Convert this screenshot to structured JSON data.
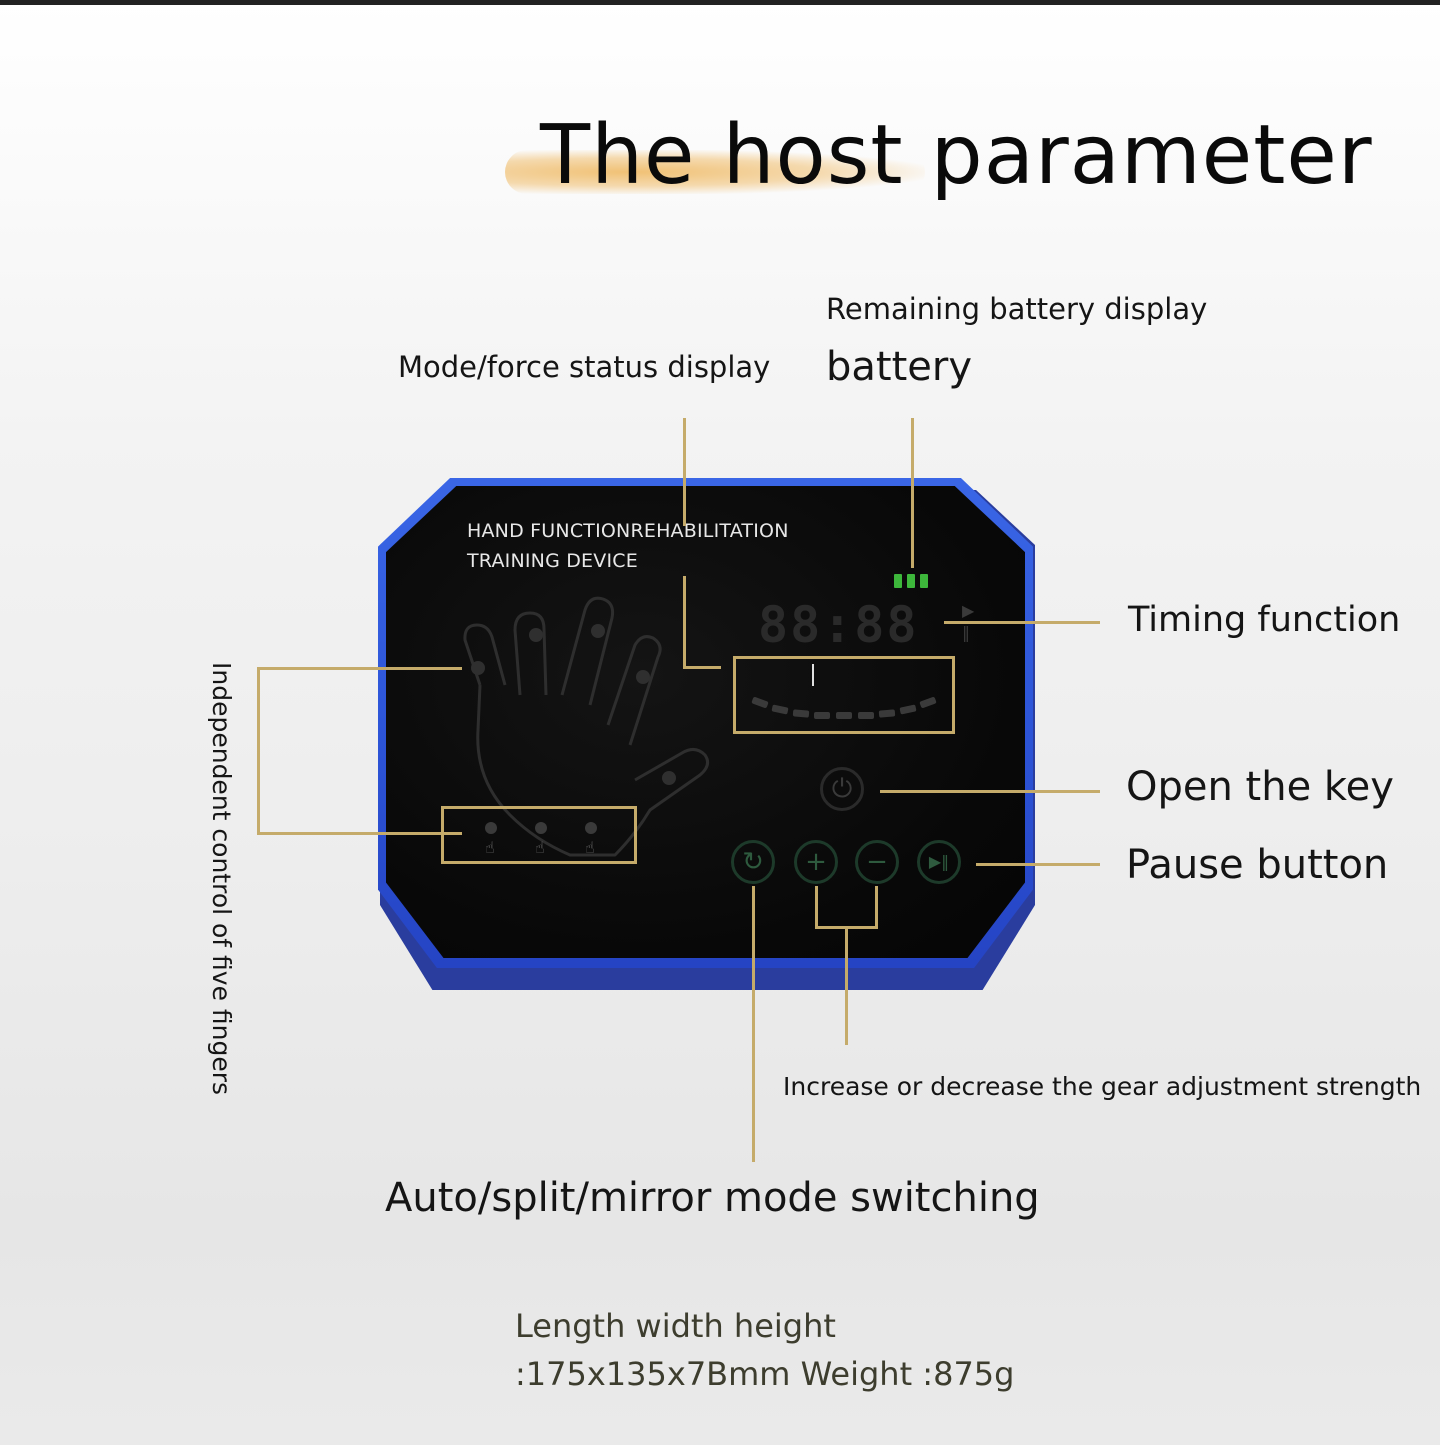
{
  "title": "The host parameter",
  "labels": {
    "battery_display": "Remaining battery display",
    "battery": "battery",
    "mode_force": "Mode/force status display",
    "timing": "Timing function",
    "open_key": "Open the key",
    "pause": "Pause button",
    "five_fingers": "Independent control of five fingers",
    "gear": "Increase or decrease the gear adjustment strength",
    "mode_switch": "Auto/split/mirror mode switching"
  },
  "device": {
    "title_line1": "HAND FUNCTIONREHABILITATION",
    "title_line2": "TRAINING DEVICE",
    "display_digits": "88:88",
    "play_symbols": "▶ ⏸",
    "buttons": {
      "mode_icon": "↻",
      "plus_icon": "+",
      "minus_icon": "−",
      "playpause_icon": "▶‖",
      "power_icon": "⏻"
    },
    "icons": [
      "mode-cycle-icon",
      "plus-icon",
      "minus-icon",
      "play-pause-icon",
      "power-icon",
      "battery-icon",
      "hand-outline-icon",
      "finger-pointer-icon"
    ],
    "colors": {
      "rim": "#2d55d8",
      "face": "#080808",
      "battery": "#3db73b",
      "callout": "#c5ab6a"
    }
  },
  "specs": {
    "line1": "Length width height",
    "line2": ":175x135x7Bmm Weight :875g"
  }
}
